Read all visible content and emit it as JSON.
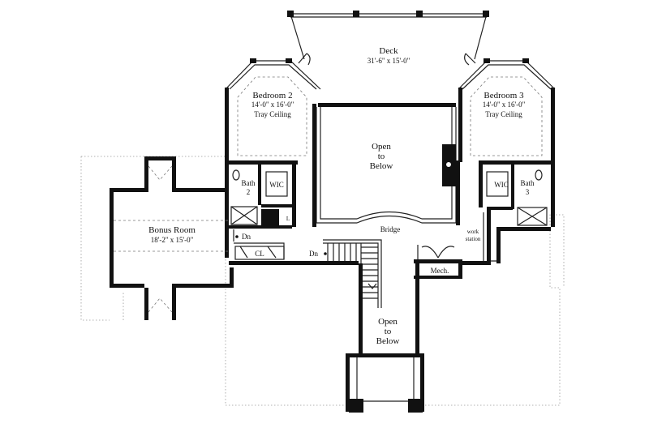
{
  "rooms": {
    "deck": {
      "name": "Deck",
      "dims": "31'-6\" x 15'-0\""
    },
    "bedroom2": {
      "name": "Bedroom 2",
      "dims": "14'-0\" x 16'-0\"",
      "note": "Tray Ceiling"
    },
    "bedroom3": {
      "name": "Bedroom 3",
      "dims": "14'-0\" x 16'-0\"",
      "note": "Tray Ceiling"
    },
    "open_center": {
      "line1": "Open",
      "line2": "to",
      "line3": "Below"
    },
    "open_stair": {
      "line1": "Open",
      "line2": "to",
      "line3": "Below"
    },
    "bonus": {
      "name": "Bonus Room",
      "dims": "18'-2\" x 15'-0\""
    },
    "bath2": {
      "line1": "Bath",
      "line2": "2"
    },
    "bath3": {
      "line1": "Bath",
      "line2": "3"
    },
    "wic_left": {
      "name": "WIC"
    },
    "wic_right": {
      "name": "WIC"
    },
    "cl": {
      "name": "CL"
    },
    "linen": {
      "name": "L"
    },
    "bridge": {
      "name": "Bridge"
    },
    "work_station": {
      "line1": "work",
      "line2": "station"
    },
    "mech": {
      "name": "Mech."
    },
    "dn_left": {
      "name": "Dn"
    },
    "dn_stair": {
      "name": "Dn"
    }
  }
}
